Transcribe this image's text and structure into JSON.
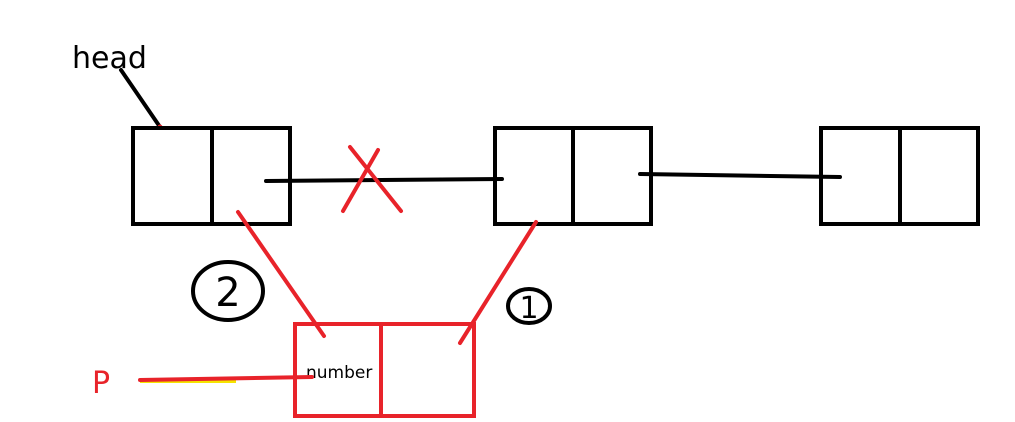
{
  "labels": {
    "head": "head",
    "p": "P",
    "number": "number",
    "step_one": "1",
    "step_two": "2"
  },
  "colors": {
    "black": "#000000",
    "red": "#e8232a",
    "yellow": "#f5e400"
  }
}
